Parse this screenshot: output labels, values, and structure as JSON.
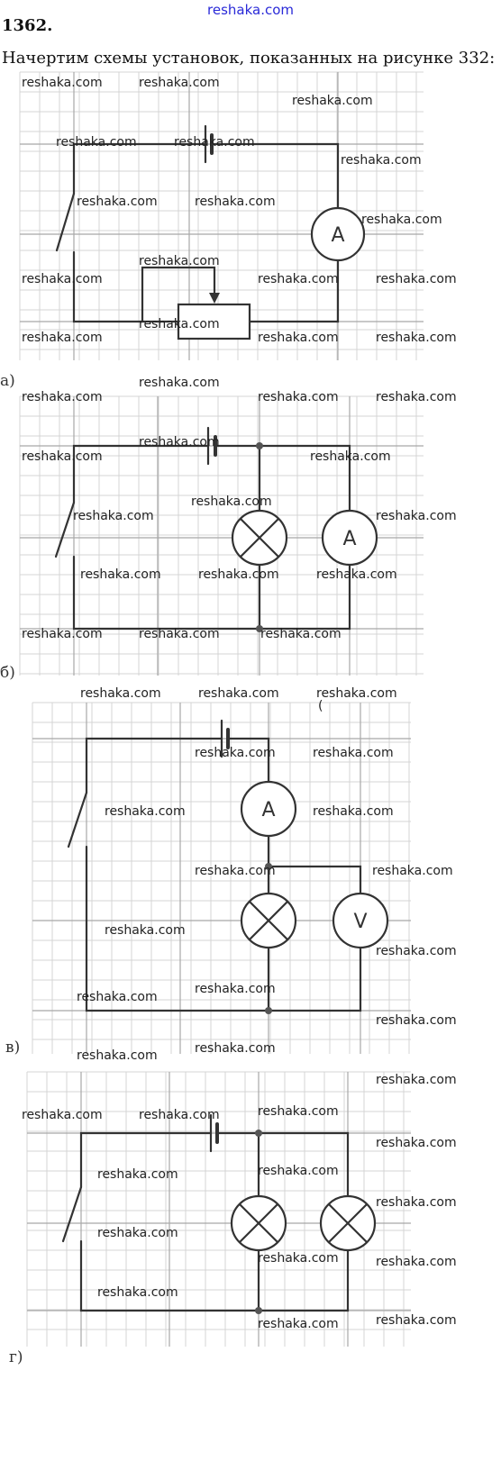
{
  "header": {
    "site": "reshaka.com",
    "problem_number": "1362",
    "problem_number_dot": ".",
    "intro_text": "Начертим схемы установок, показанных на рисунке 332:"
  },
  "panels": [
    {
      "label": "а)",
      "ammeter": "A"
    },
    {
      "label": "б)",
      "ammeter": "A"
    },
    {
      "label": "в)",
      "ammeter": "A",
      "voltmeter": "V"
    },
    {
      "label": "г)"
    }
  ],
  "watermarks": {
    "text": "reshaka.com",
    "stray_mark": "("
  },
  "colors": {
    "wire": "#333333",
    "grid_minor": "#d4d4d4",
    "grid_major": "#a8a8a8",
    "site_link": "#2a2ad8"
  }
}
